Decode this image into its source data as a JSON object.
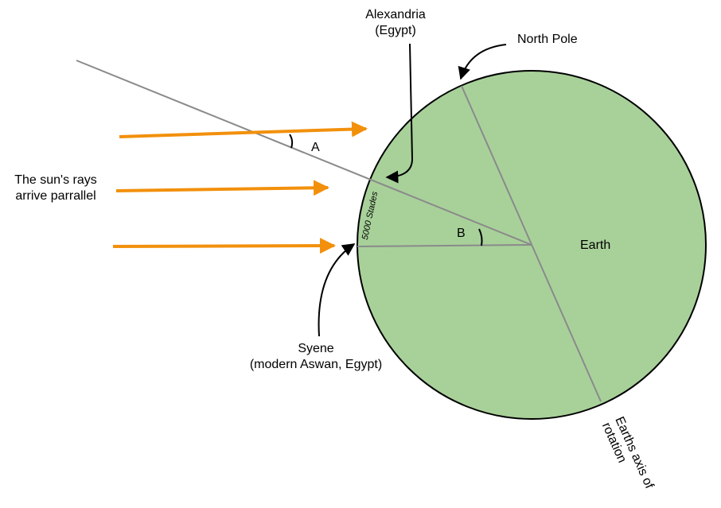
{
  "labels": {
    "alexandria_line1": "Alexandria",
    "alexandria_line2": "(Egypt)",
    "north_pole": "North Pole",
    "angle_a": "A",
    "angle_b": "B",
    "sun_rays_line1": "The sun's rays",
    "sun_rays_line2": "arrive parrallel",
    "stades": "5000 Stades",
    "earth": "Earth",
    "syene_line1": "Syene",
    "syene_line2": "(modern Aswan, Egypt)",
    "axis_line1": "Earths axis of",
    "axis_line2": "rotation"
  },
  "colors": {
    "earth_fill": "#a8d19a",
    "outline": "#000000",
    "guide_line": "#8a8a8a",
    "sun_ray": "#f2900c"
  }
}
